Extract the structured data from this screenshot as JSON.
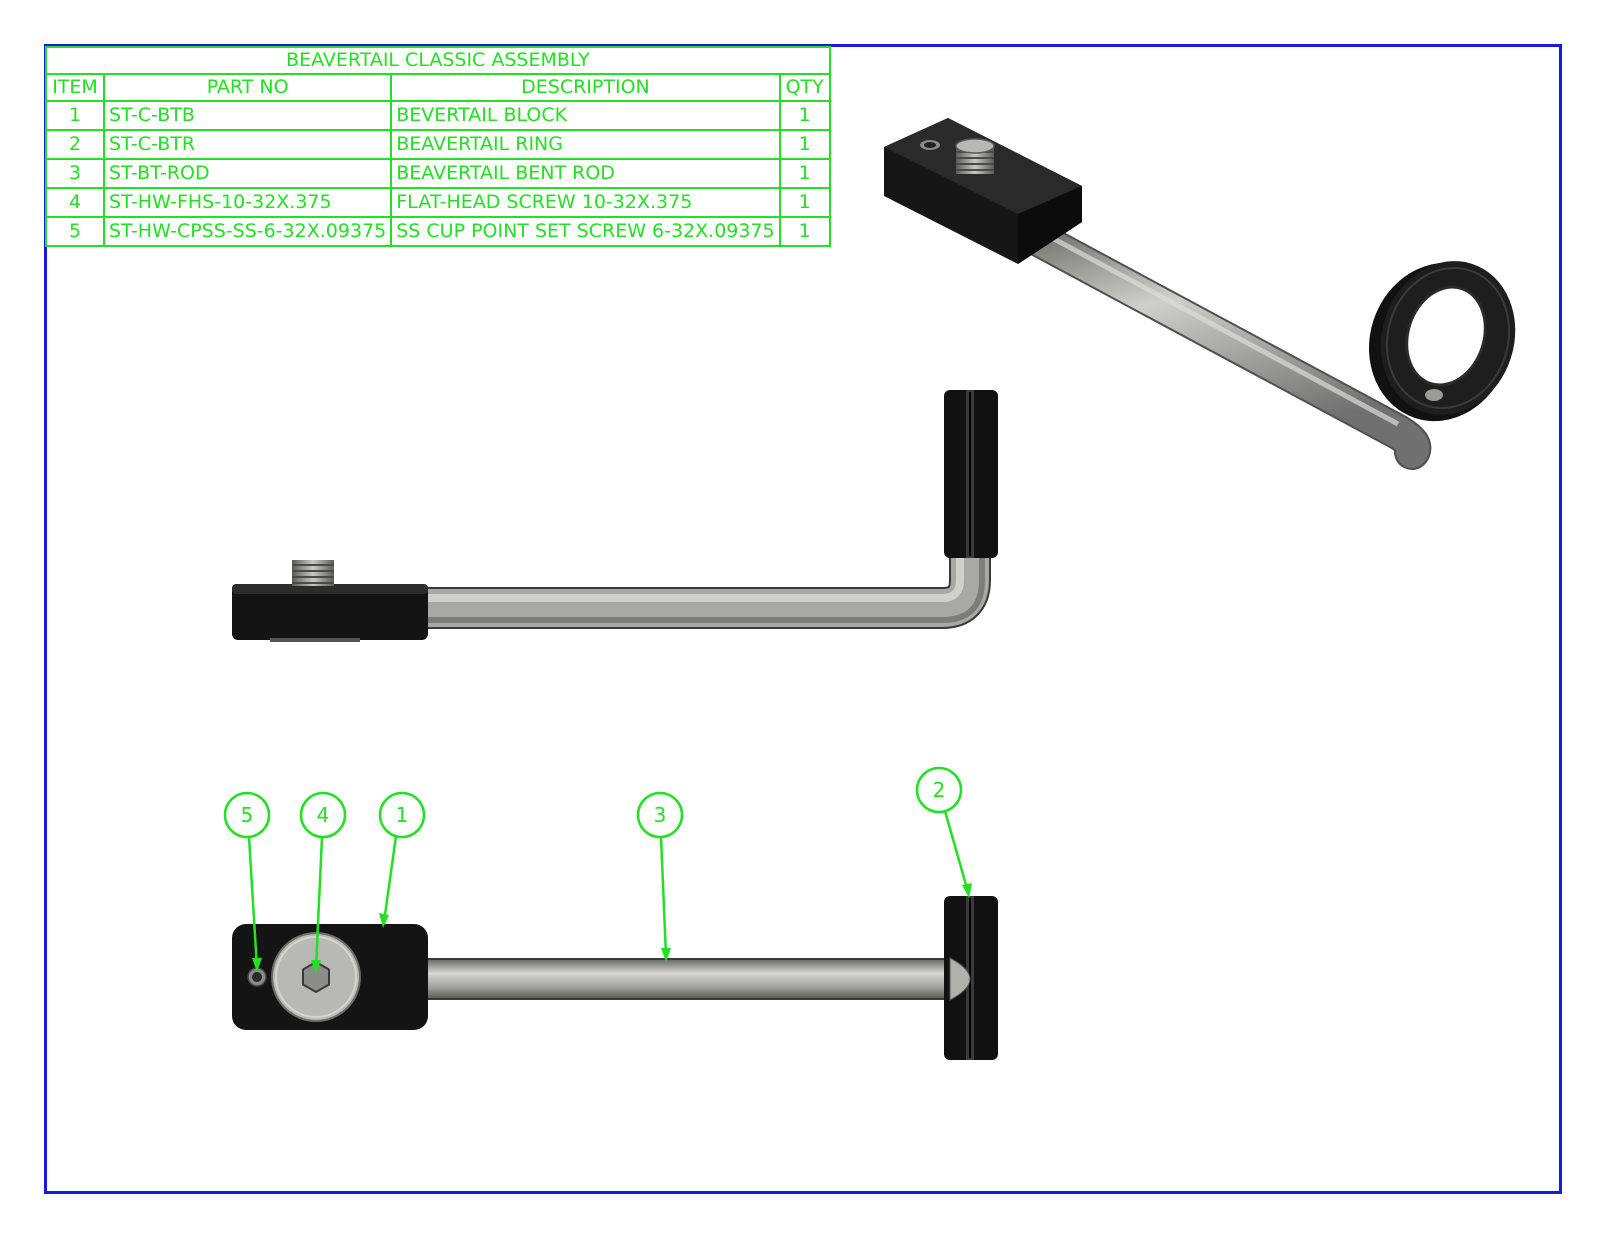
{
  "bom": {
    "title": "BEAVERTAIL CLASSIC ASSEMBLY",
    "headers": {
      "item": "ITEM",
      "part_no": "PART NO",
      "description": "DESCRIPTION",
      "qty": "QTY"
    },
    "rows": [
      {
        "item": "1",
        "part_no": "ST-C-BTB",
        "description": "BEVERTAIL BLOCK",
        "qty": "1"
      },
      {
        "item": "2",
        "part_no": "ST-C-BTR",
        "description": "BEAVERTAIL RING",
        "qty": "1"
      },
      {
        "item": "3",
        "part_no": "ST-BT-ROD",
        "description": "BEAVERTAIL BENT ROD",
        "qty": "1"
      },
      {
        "item": "4",
        "part_no": "ST-HW-FHS-10-32X.375",
        "description": "FLAT-HEAD SCREW 10-32X.375",
        "qty": "1"
      },
      {
        "item": "5",
        "part_no": "ST-HW-CPSS-SS-6-32X.09375",
        "description": "SS CUP POINT SET SCREW 6-32X.09375",
        "qty": "1"
      }
    ]
  },
  "balloons": [
    {
      "id": "balloon-5",
      "label": "5"
    },
    {
      "id": "balloon-4",
      "label": "4"
    },
    {
      "id": "balloon-1",
      "label": "1"
    },
    {
      "id": "balloon-3",
      "label": "3"
    },
    {
      "id": "balloon-2",
      "label": "2"
    }
  ],
  "colors": {
    "frame": "#1a1adf",
    "annotation": "#22e122",
    "part_black": "#111111",
    "rod_gray": "#a8a8a4"
  }
}
